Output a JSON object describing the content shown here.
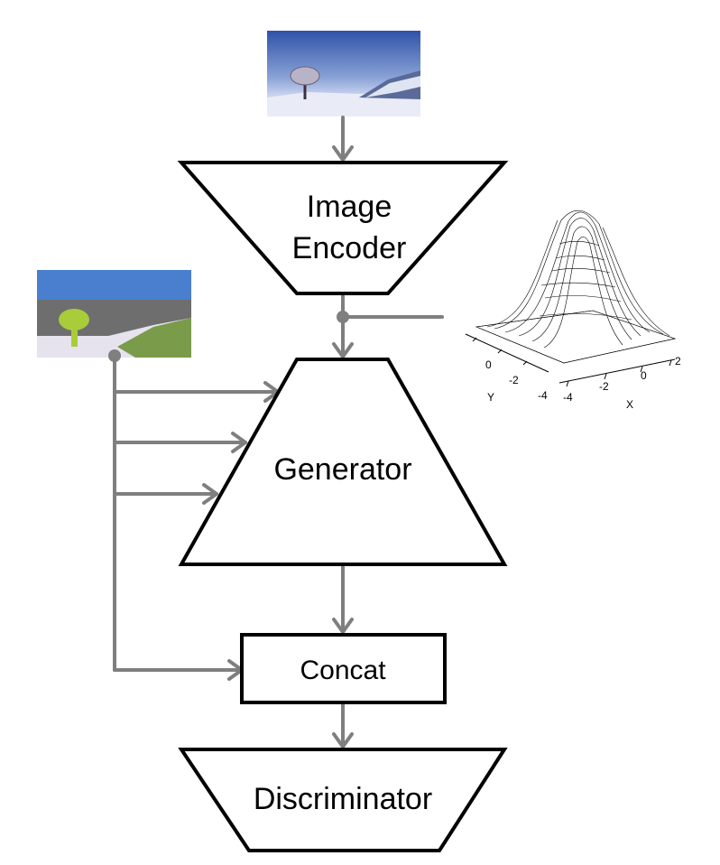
{
  "diagram": {
    "image_encoder_label_line1": "Image",
    "image_encoder_label_line2": "Encoder",
    "generator_label": "Generator",
    "concat_label": "Concat",
    "discriminator_label": "Discriminator"
  },
  "gaussian_plot": {
    "x_axis_label": "X",
    "y_axis_label": "Y",
    "x_ticks": [
      "-4",
      "-2",
      "0",
      "2"
    ],
    "y_ticks": [
      "0",
      "-2",
      "-4"
    ]
  },
  "colors": {
    "arrow": "#7f7f7f",
    "shape_stroke": "#000000",
    "sky_photo_top": "#3b5fb0",
    "snow": "#e9ecf6",
    "seg_sky": "#4a7fcf",
    "seg_mountain": "#6e6e6e",
    "seg_grass": "#7a9b4a",
    "seg_tree": "#a8cc3a",
    "seg_snow": "#e6e3ee"
  }
}
